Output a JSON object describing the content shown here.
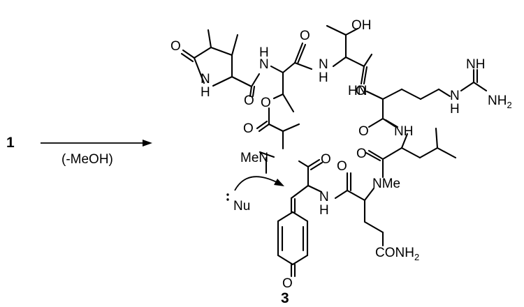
{
  "reaction": {
    "reactant_label": "1",
    "conditions": "(-MeOH)",
    "product_label": "3"
  },
  "atoms": {
    "oh": "OH",
    "nh_imine": "NH",
    "nh2": "NH",
    "nh2_sub": "2",
    "guan_nh": "N",
    "guan_h": "H",
    "lactam_o": "O",
    "lactam_n": "N",
    "lactam_h": "H",
    "amide_n1": "N",
    "amide_h1": "H",
    "amide_o1": "O",
    "amide_o2": "O",
    "thr_n": "N",
    "thr_h": "H",
    "thr_o": "O",
    "arg_nh": "HN",
    "ester_o": "O",
    "ester_co": "O",
    "arg_co": "O",
    "leu_nh": "NH",
    "leu_co": "O",
    "mena_n": "MeN",
    "dha_o": "O",
    "gln_co": "O",
    "nme": "NMe",
    "nu": "Nu",
    "dha_n": "N",
    "dha_h": "H",
    "quinone_o": "O",
    "conh2": "CONH",
    "conh2_sub": "2"
  },
  "colors": {
    "ink": "#000000",
    "background": "#ffffff"
  }
}
